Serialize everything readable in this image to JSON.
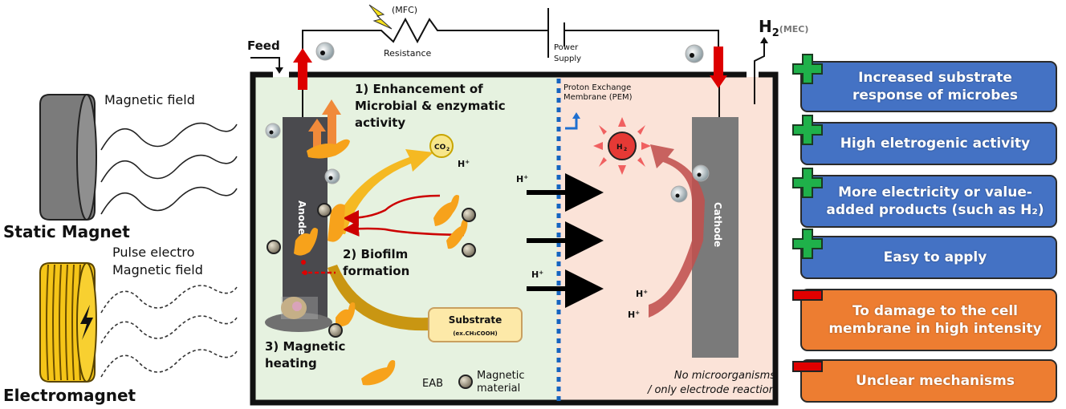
{
  "left_panel": {
    "static_magnet": {
      "title": "Static Magnet",
      "field_label": "Magnetic field"
    },
    "electromagnet": {
      "title": "Electromagnet",
      "field_label_line1": "Pulse electro",
      "field_label_line2": "Magnetic field"
    }
  },
  "circuit": {
    "mfc_label": "(MFC)",
    "resistance_label": "Resistance",
    "power_supply_line1": "Power",
    "power_supply_line2": "Supply",
    "feed_label": "Feed",
    "h2_label": "H",
    "h2_sub": "2",
    "h2_suffix": "(MEC)"
  },
  "cell": {
    "anode_label": "Anode",
    "cathode_label": "Cathode",
    "pem_line1": "Proton Exchange",
    "pem_line2": "Membrane (PEM)",
    "effect1_line1": "1) Enhancement of",
    "effect1_line2": "Microbial & enzymatic",
    "effect1_line3": "activity",
    "effect2_line1": "2) Biofilm",
    "effect2_line2": "formation",
    "effect3_line1": "3) Magnetic",
    "effect3_line2": "heating",
    "co2_label": "CO",
    "co2_sub": "2",
    "h2_bubble": "H",
    "h2_bubble_sub": "2",
    "proton": "H",
    "proton_sup": "+",
    "substrate_title": "Substrate",
    "substrate_example": "(ex.CH₃COOH)",
    "legend_eab": "EAB",
    "legend_magnetic_line1": "Magnetic",
    "legend_magnetic_line2": "material",
    "cathode_note_line1": "No microorganisms",
    "cathode_note_line2": "/ only electrode reaction"
  },
  "pros": [
    {
      "line1": "Increased substrate",
      "line2": "response of microbes"
    },
    {
      "line1": "High eletrogenic activity",
      "line2": ""
    },
    {
      "line1": "More electricity or value-",
      "line2": "added products (such as H₂)"
    },
    {
      "line1": "Easy to apply",
      "line2": ""
    }
  ],
  "cons": [
    {
      "line1": "To damage to the cell",
      "line2": "membrane in high intensity"
    },
    {
      "line1": "Unclear mechanisms",
      "line2": ""
    }
  ],
  "colors": {
    "pro_blue": "#4472c4",
    "con_orange": "#ed7d31",
    "plus_green": "#1fb14a",
    "minus_red": "#e00000",
    "anode_chamber": "#e6f2e0",
    "cathode_chamber": "#fbe3d8",
    "pem_blue": "#1565c0",
    "eab_orange": "#f7a21b"
  }
}
